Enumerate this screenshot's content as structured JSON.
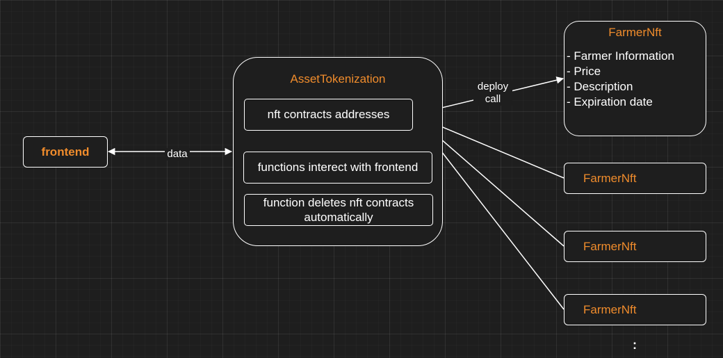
{
  "colors": {
    "accent": "#f08c2c",
    "line": "#ffffff",
    "background": "#1e1e1e"
  },
  "frontend": {
    "label": "frontend"
  },
  "edge_data": {
    "label": "data"
  },
  "edge_deploy": {
    "label_line1": "deploy",
    "label_line2": "call"
  },
  "asset_tokenization": {
    "title": "AssetTokenization",
    "items": [
      {
        "label": "nft contracts addresses"
      },
      {
        "label": "functions interect with frontend"
      },
      {
        "label": "function deletes nft contracts automatically"
      }
    ]
  },
  "farmer_nft_detail": {
    "title": "FarmerNft",
    "fields": [
      "- Farmer Information",
      "- Price",
      "- Description",
      "- Expiration date"
    ]
  },
  "farmer_nfts": [
    {
      "title": "FarmerNft"
    },
    {
      "title": "FarmerNft"
    },
    {
      "title": "FarmerNft"
    }
  ],
  "ellipsis": ":"
}
